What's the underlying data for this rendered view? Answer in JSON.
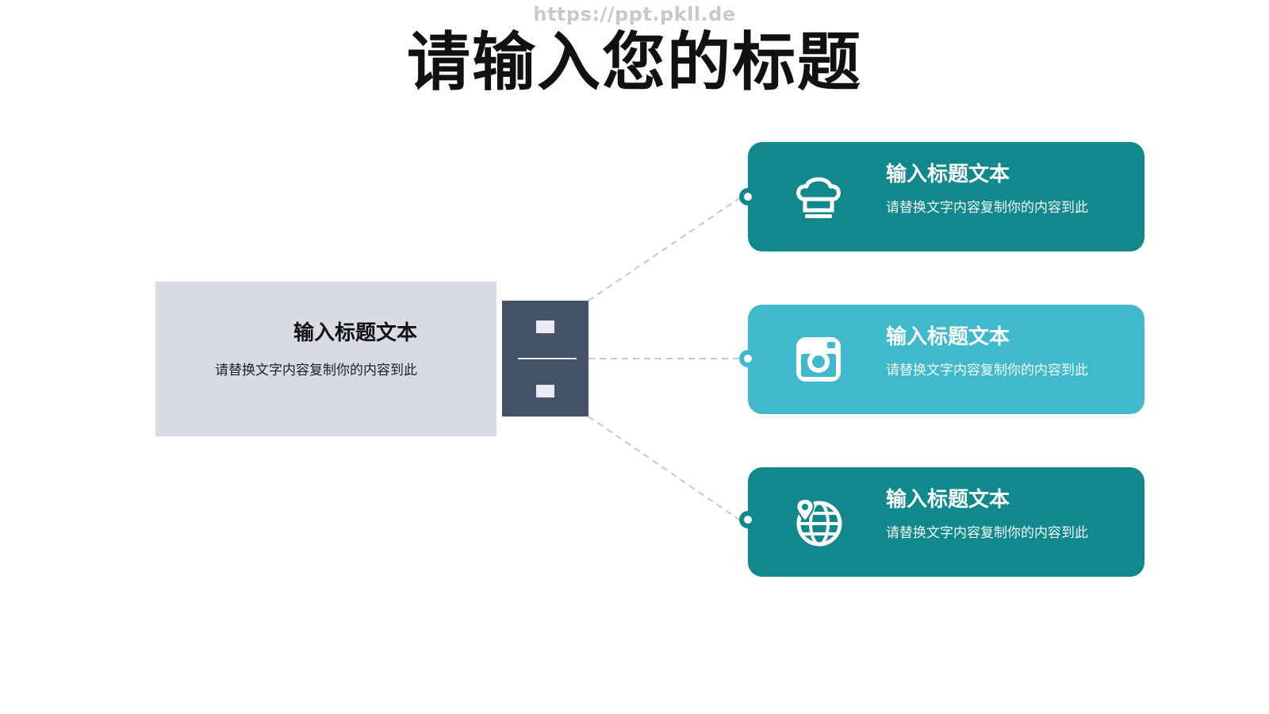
{
  "watermark": "https://ppt.pkll.de",
  "title": "请输入您的标题",
  "left_panel": {
    "title": "输入标题文本",
    "description": "请替换文字内容复制你的内容到此"
  },
  "cards": [
    {
      "title": "输入标题文本",
      "description": "请替换文字内容复制你的内容到此",
      "icon": "chef-hat-icon",
      "color": "#10888c"
    },
    {
      "title": "输入标题文本",
      "description": "请替换文字内容复制你的内容到此",
      "icon": "camera-icon",
      "color": "#40b9cc"
    },
    {
      "title": "输入标题文本",
      "description": "请替换文字内容复制你的内容到此",
      "icon": "globe-pin-icon",
      "color": "#10888c"
    }
  ],
  "colors": {
    "teal_dark": "#10888c",
    "teal_light": "#40b9cc",
    "slate": "#455369",
    "panel_gray": "#d8dbe4"
  }
}
